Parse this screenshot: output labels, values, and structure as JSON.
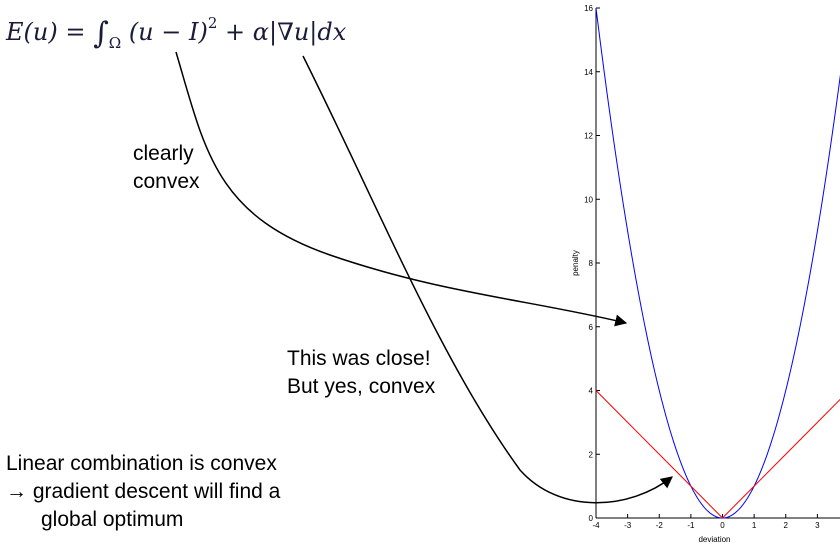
{
  "formula": {
    "lhs": "E(u)",
    "eq": "=",
    "integral": "∫",
    "domain": "Ω",
    "term1": "(u − I)",
    "exp": "2",
    "plus": "+",
    "term2": "α|∇u|dx"
  },
  "notes": {
    "clearly_convex": [
      "clearly",
      "convex"
    ],
    "close": [
      "This was close!",
      "But yes, convex"
    ],
    "conclusion": [
      "Linear combination is convex",
      "→ gradient descent will find a",
      "global optimum"
    ]
  },
  "colors": {
    "quadratic": "#0000ff",
    "absolute": "#ff0000",
    "arrows": "#000000"
  },
  "chart_data": {
    "type": "line",
    "xlabel": "deviation",
    "ylabel": "penalty",
    "xlim": [
      -4,
      4
    ],
    "ylim": [
      0,
      16
    ],
    "x_ticks": [
      -4,
      -3,
      -2,
      -1,
      0,
      1,
      2,
      3
    ],
    "y_ticks": [
      0,
      2,
      4,
      6,
      8,
      10,
      12,
      14,
      16
    ],
    "series": [
      {
        "key": "quadratic",
        "color": "#0000ff",
        "x": [
          -4,
          -3,
          -2,
          -1,
          0,
          1,
          2,
          3,
          4
        ],
        "y": [
          16,
          9,
          4,
          1,
          0,
          1,
          4,
          9,
          16
        ]
      },
      {
        "key": "absolute",
        "color": "#ff0000",
        "x": [
          -4,
          -3,
          -2,
          -1,
          0,
          1,
          2,
          3,
          4
        ],
        "y": [
          4,
          3,
          2,
          1,
          0,
          1,
          2,
          3,
          4
        ]
      }
    ]
  }
}
